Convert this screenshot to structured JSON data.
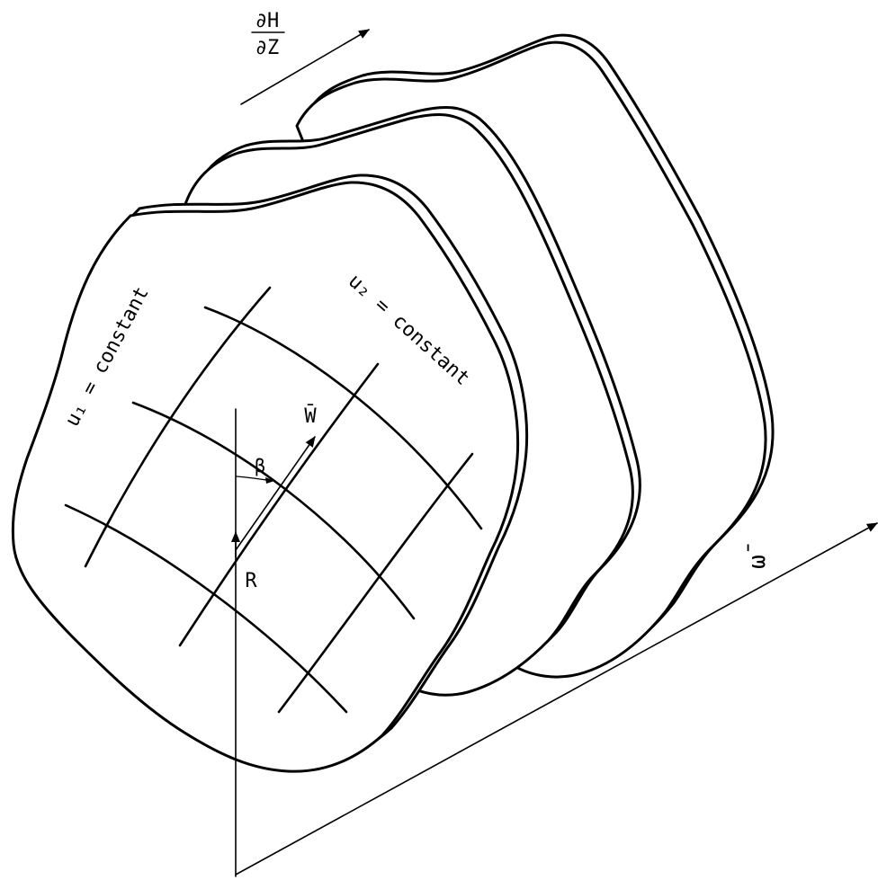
{
  "diagram": {
    "labels": {
      "gradient_numerator": "∂H",
      "gradient_denominator": "∂Z",
      "omega": "ω̄",
      "u1_line": "u₁ = constant",
      "u2_line": "u₂ = constant",
      "w_vector": "W̄",
      "beta": "β",
      "r_axis": "R"
    },
    "surface_count": 3
  }
}
